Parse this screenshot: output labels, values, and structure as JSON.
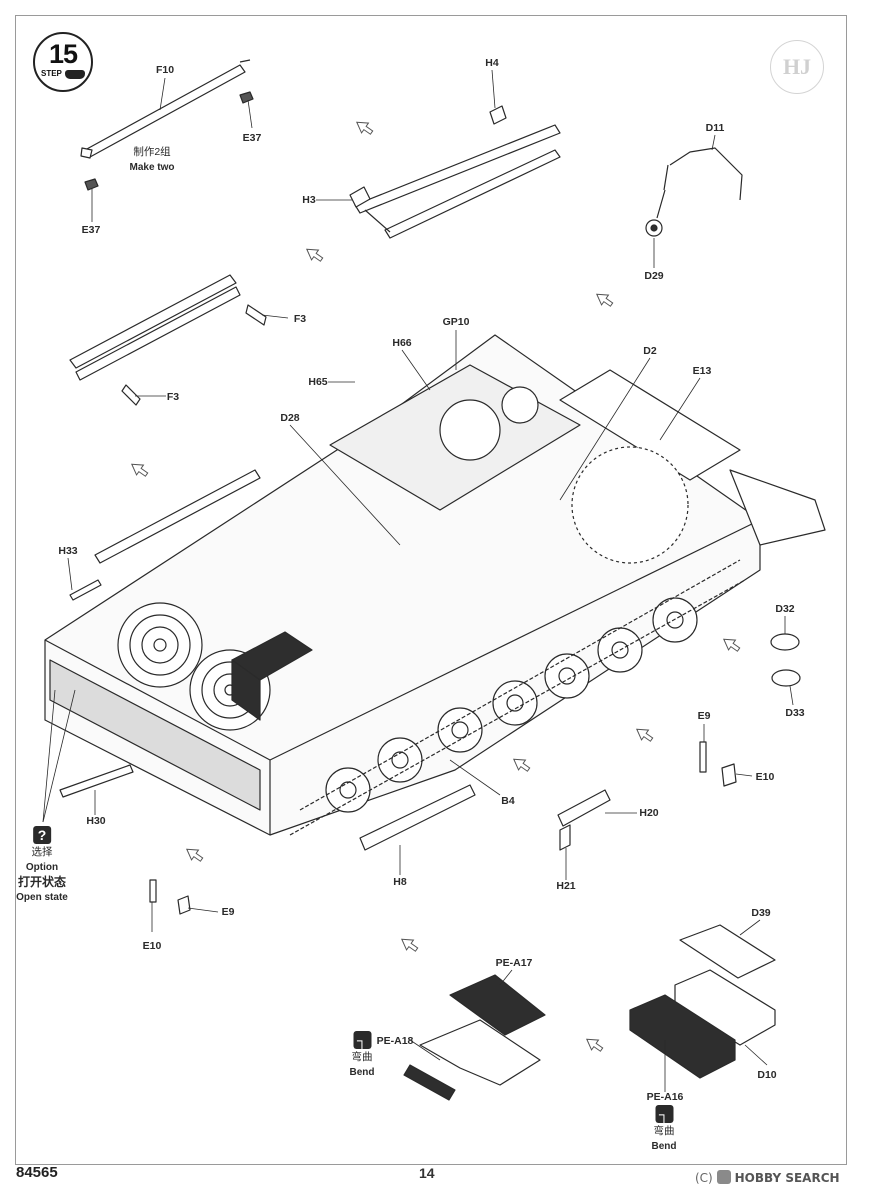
{
  "step": {
    "number": "15",
    "word": "STEP"
  },
  "callouts": {
    "F10": "F10",
    "E37_top": "E37",
    "E37_bottom": "E37",
    "H4": "H4",
    "H3": "H3",
    "D11": "D11",
    "D29": "D29",
    "F3_upper": "F3",
    "F3_lower": "F3",
    "GP10": "GP10",
    "H66": "H66",
    "H65": "H65",
    "D2": "D2",
    "E13": "E13",
    "D28": "D28",
    "H33": "H33",
    "D32": "D32",
    "D33": "D33",
    "E9_right": "E9",
    "E10_right": "E10",
    "H20": "H20",
    "H21": "H21",
    "B4": "B4",
    "H30": "H30",
    "H8": "H8",
    "E9_left": "E9",
    "E10_left": "E10",
    "D39": "D39",
    "D10": "D10",
    "PE_A17": "PE-A17",
    "PE_A18": "PE-A18",
    "PE_A16": "PE-A16"
  },
  "make_two": {
    "cn": "制作2组",
    "en": "Make two"
  },
  "option": {
    "icon": "?",
    "cn": "选择",
    "en": "Option",
    "state_cn": "打开状态",
    "state_en": "Open state"
  },
  "bend_left": {
    "icon": "bend-icon",
    "cn": "弯曲",
    "en": "Bend"
  },
  "bend_right": {
    "icon": "bend-icon",
    "cn": "弯曲",
    "en": "Bend"
  },
  "footer": {
    "code": "84565",
    "page": "14"
  },
  "watermark": {
    "prefix": "(C)",
    "brand": "HOBBY SEARCH"
  },
  "colors": {
    "line": "#2a2a2a",
    "fill_dark": "#2e2e2e",
    "arrow": "#555555"
  }
}
